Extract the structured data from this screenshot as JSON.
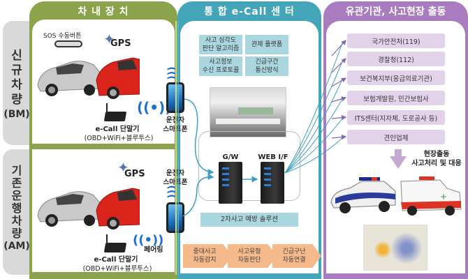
{
  "panels": {
    "vehicle": {
      "title": "차 내 장 치",
      "color": "#8ba34a"
    },
    "center": {
      "title": "통 합 e-Call 센 터",
      "color": "#45a5b8"
    },
    "agencies": {
      "title": "유관기관, 사고현장 출동",
      "color": "#a87cbf"
    }
  },
  "rows": [
    {
      "label": "신\n규\n차\n량",
      "code": "(BM)"
    },
    {
      "label": "기\n존\n운\n행\n차\n량",
      "code": "(AM)"
    }
  ],
  "vehicle": {
    "sos_button": "SOS 수동버튼",
    "gps": "GPS",
    "gps2": "GPS",
    "terminal_1": "e-Call 단말기",
    "terminal_1_sub": "(OBD+WiFi+블루투스)",
    "terminal_2": "e-Call 단말기",
    "terminal_2_sub": "(OBD+WiFi+블루투스)",
    "pairing": "페어링",
    "phone_1": "운전자\n스마트폰",
    "phone_2": "운전자\n스마트폰"
  },
  "center": {
    "features": [
      "사고 심각도\n판단 알고리즘",
      "관제 플랫폼",
      "사고정보\n수신 프로토콜",
      "긴급구간\n통신방식"
    ],
    "gateway": "G/W",
    "web_if": "WEB I/F",
    "prevention": "2차사고 예방 솔루션",
    "steps": [
      "중대사고\n자동감지",
      "사고유형\n자동판단",
      "긴급구난\n자동연결"
    ]
  },
  "agencies": {
    "items": [
      "국가안전처(119)",
      "경찰청(112)",
      "보건복지부(응급의료기관)",
      "보험개발원, 민간보험사",
      "ITS센터(지자체, 도로공사 등)",
      "견인업체"
    ],
    "dispatch": "현장출동\n사고처리 및 대응"
  }
}
